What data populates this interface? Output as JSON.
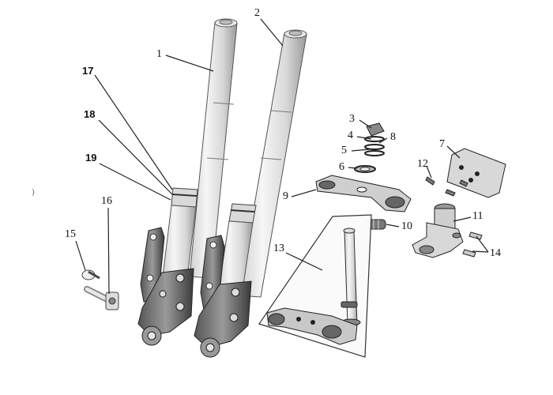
{
  "diagram": {
    "labels": {
      "p1": "1",
      "p2": "2",
      "p3": "3",
      "p4": "4",
      "p5": "5",
      "p6": "6",
      "p7": "7",
      "p8": "8",
      "p9": "9",
      "p10": "10",
      "p11": "11",
      "p12": "12",
      "p13": "13",
      "p14": "14",
      "p15": "15",
      "p16": "16",
      "p17": "17",
      "p18": "18",
      "p19": "19"
    },
    "stray_mark": ")"
  }
}
